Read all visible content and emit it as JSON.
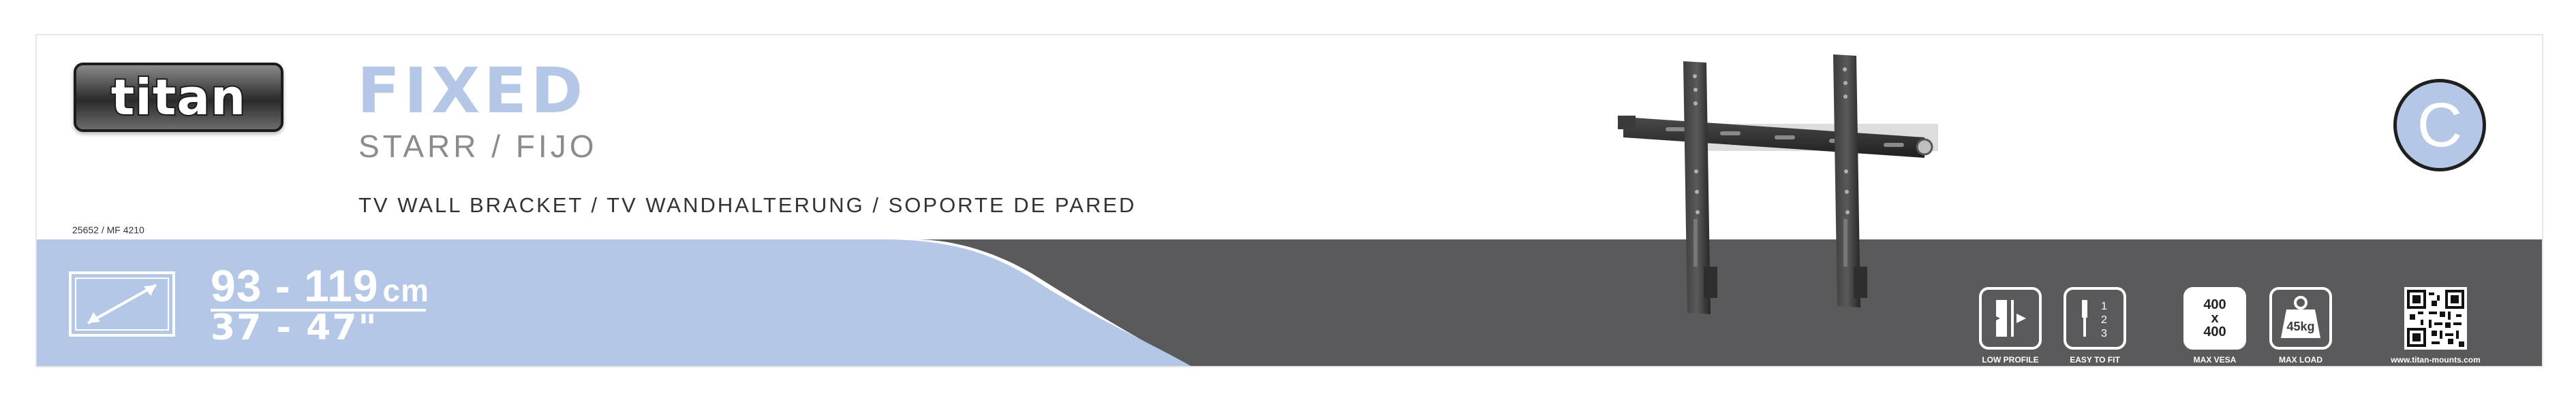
{
  "brand": {
    "logo": "titan"
  },
  "product": {
    "title": "FIXED",
    "subtitle": "STARR / FIJO",
    "description": "TV WALL BRACKET / TV WANDHALTERUNG / SOPORTE DE PARED",
    "article_number": "25652 / MF 4210",
    "category_letter": "C"
  },
  "size": {
    "cm_range": "93 - 119",
    "cm_unit": "cm",
    "inch_range": "37 - 47\""
  },
  "features": [
    {
      "icon": "low-profile-icon",
      "label": "LOW PROFILE"
    },
    {
      "icon": "easy-to-fit-icon",
      "label": "EASY TO FIT",
      "steps": [
        "1",
        "2",
        "3"
      ]
    },
    {
      "icon": "vesa-icon",
      "label": "MAX VESA",
      "value_top": "400",
      "value_mid": "x",
      "value_bottom": "400"
    },
    {
      "icon": "weight-icon",
      "label": "MAX LOAD",
      "value": "45kg"
    },
    {
      "icon": "qr-code-icon",
      "label": "www.titan-mounts.com"
    }
  ],
  "colors": {
    "accent_blue": "#b5c7e6",
    "band_gray": "#5a5a5c",
    "logo_dark": "#1c1c1c"
  }
}
